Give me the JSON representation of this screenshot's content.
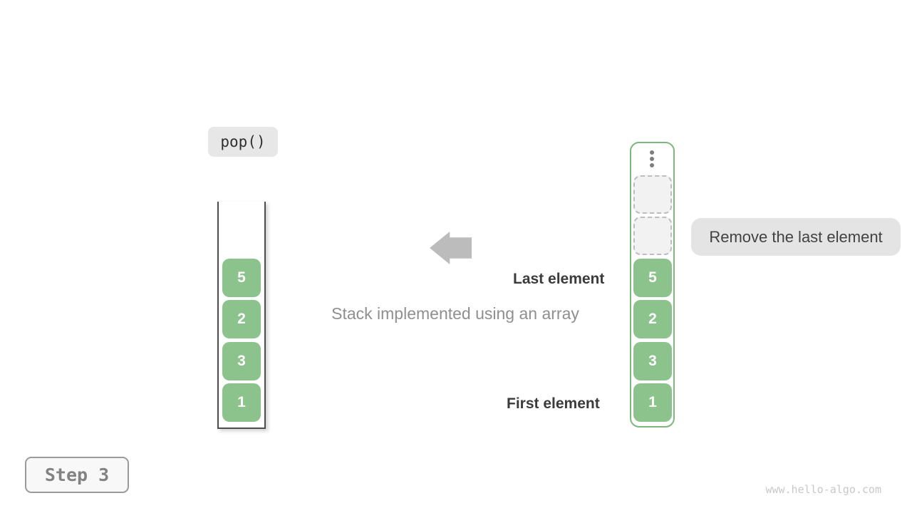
{
  "operation_badge": {
    "label": "pop()"
  },
  "step_badge": {
    "label": "Step 3"
  },
  "caption": {
    "text": "Stack implemented using an array"
  },
  "annotations": {
    "last_element": "Last element",
    "first_element": "First element",
    "remove_note": "Remove the last element"
  },
  "left_stack": {
    "description": "stack drawn as open-top tube, top to bottom",
    "values": [
      "5",
      "2",
      "3",
      "1"
    ]
  },
  "right_stack": {
    "description": "array representation with green frame, top to bottom",
    "ellipsis_icon": "vertical-dots",
    "empty_slot_count": 2,
    "values": [
      "5",
      "2",
      "3",
      "1"
    ]
  },
  "watermark": {
    "text": "www.hello-algo.com"
  },
  "colors": {
    "element_green": "#8cc28c",
    "array_frame_border": "#7cb87c",
    "empty_slot_bg": "#f2f2f2",
    "empty_slot_border": "#bdbdbd",
    "arrow_gray": "#bcbcbc",
    "badge_bg": "#e7e7e7",
    "note_bg": "#e4e4e4",
    "bold_text": "#3b3b3b",
    "caption_text": "#8f8f8f",
    "step_text": "#828282",
    "watermark_text": "#c8c8c8"
  }
}
